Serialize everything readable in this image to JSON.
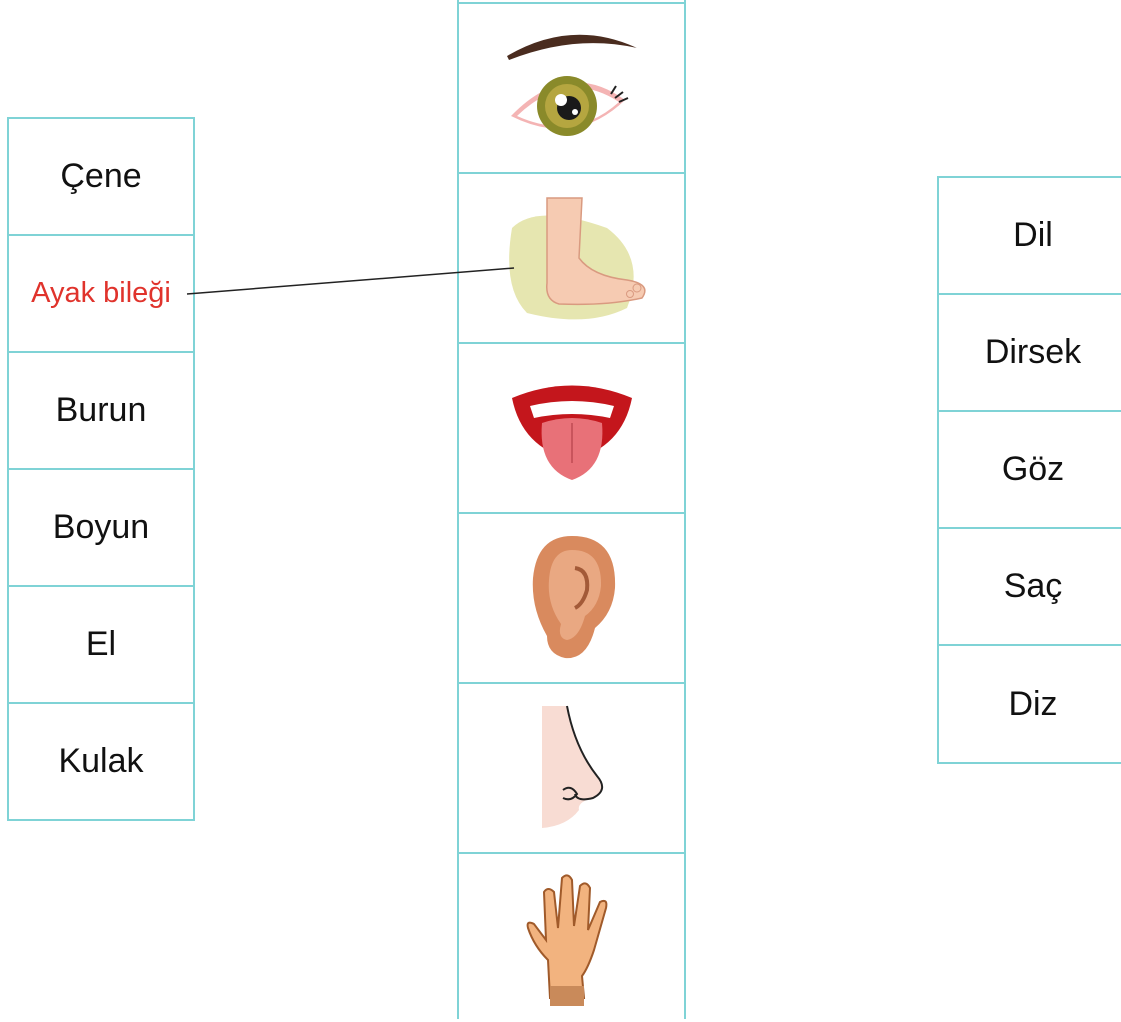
{
  "left_words": [
    "Çene",
    "Ayak bileği",
    "Burun",
    "Boyun",
    "El",
    "Kulak"
  ],
  "right_words": [
    "Dil",
    "Dirsek",
    "Göz",
    "Saç",
    "Diz"
  ],
  "pictures": [
    "eye-icon",
    "foot-icon",
    "tongue-icon",
    "ear-icon",
    "nose-icon",
    "hand-icon"
  ],
  "selected_word": "Ayak bileği",
  "matched_picture": "foot-icon",
  "colors": {
    "border": "#7fd3d6",
    "selected_text": "#e0332c",
    "text": "#111111"
  }
}
